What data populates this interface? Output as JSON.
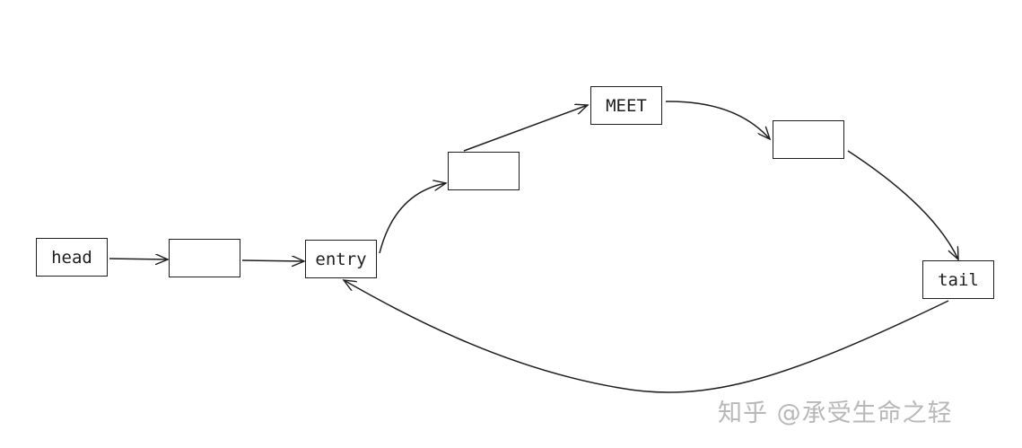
{
  "nodes": {
    "head": "head",
    "n1": "",
    "entry": "entry",
    "n2": "",
    "meet": "MEET",
    "n3": "",
    "tail": "tail"
  },
  "edges": [
    [
      "head",
      "n1"
    ],
    [
      "n1",
      "entry"
    ],
    [
      "entry",
      "n2"
    ],
    [
      "n2",
      "meet"
    ],
    [
      "meet",
      "n3"
    ],
    [
      "n3",
      "tail"
    ],
    [
      "tail",
      "entry"
    ]
  ],
  "watermark": "知乎 @承受生命之轻",
  "colors": {
    "stroke": "#1e1e1e",
    "watermark": "#b8b8b8"
  }
}
